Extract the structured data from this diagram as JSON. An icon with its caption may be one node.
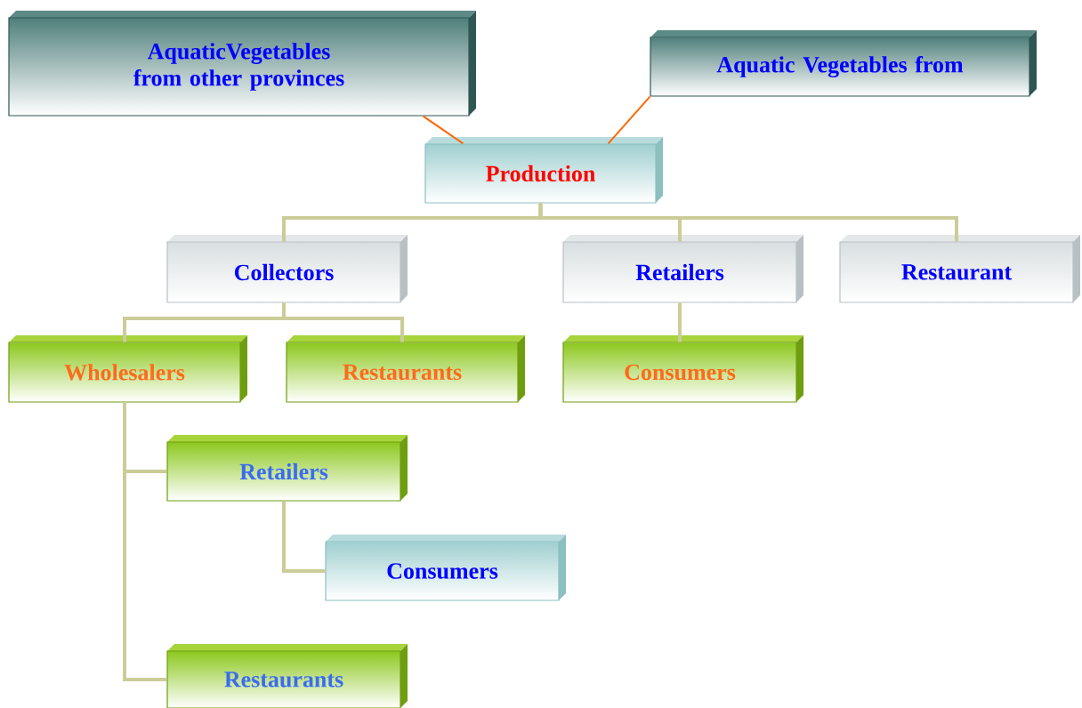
{
  "diagram": {
    "nodes": [
      {
        "text": [
          "AquaticVegetables from other provinces"
        ]
      },
      {
        "text": [
          "Aquatic Vegetables from"
        ]
      },
      {
        "text": [
          "Production"
        ]
      },
      {
        "text": [
          "Collectors"
        ]
      },
      {
        "text": [
          "Retailers"
        ]
      },
      {
        "text": [
          "Restaurant"
        ]
      },
      {
        "text": [
          "Wholesalers"
        ]
      },
      {
        "text": [
          "Restaurants"
        ]
      },
      {
        "text": [
          "Consumers"
        ]
      },
      {
        "text": [
          "Retailers"
        ]
      },
      {
        "text": [
          "Consumers"
        ]
      },
      {
        "text": [
          "Restaurants"
        ]
      }
    ],
    "edges": [
      {
        "from": 0,
        "to": 2,
        "arrow": "none",
        "color": "#ff6600"
      },
      {
        "from": 1,
        "to": 2,
        "arrow": "none",
        "color": "#ff6600"
      },
      {
        "from": 2,
        "to": 3,
        "arrow": "none"
      },
      {
        "from": 2,
        "to": 4,
        "arrow": "none"
      },
      {
        "from": 2,
        "to": 5,
        "arrow": "none"
      },
      {
        "from": 3,
        "to": 6,
        "arrow": "none"
      },
      {
        "from": 3,
        "to": 7,
        "arrow": "none"
      },
      {
        "from": 4,
        "to": 8,
        "arrow": "none"
      },
      {
        "from": 6,
        "to": 9,
        "arrow": "none"
      },
      {
        "from": 6,
        "to": 11,
        "arrow": "none"
      },
      {
        "from": 9,
        "to": 10,
        "arrow": "none"
      }
    ]
  }
}
